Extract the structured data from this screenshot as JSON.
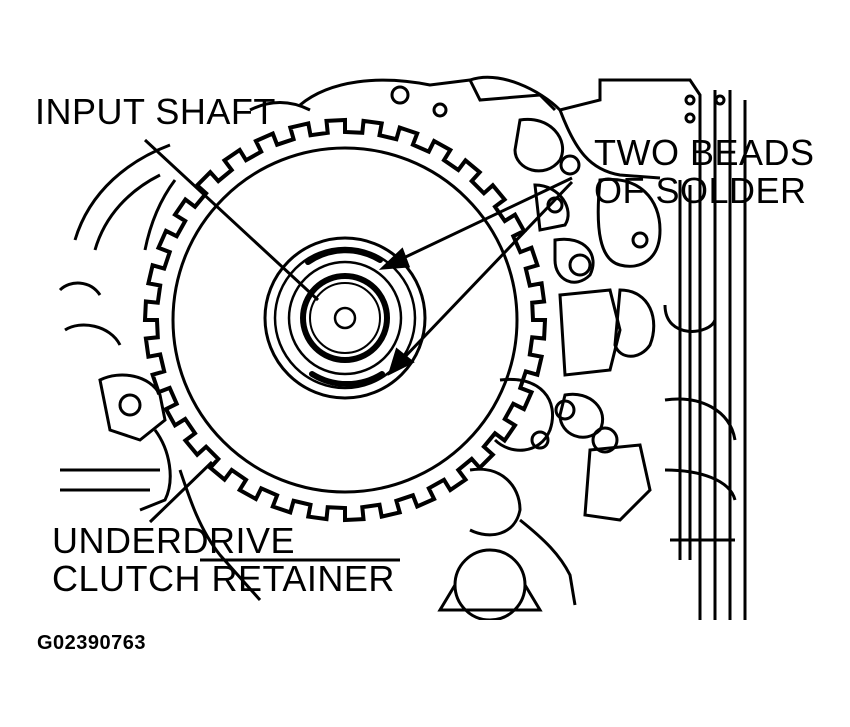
{
  "labels": {
    "input_shaft": "INPUT SHAFT",
    "solder_line1": "TWO BEADS",
    "solder_line2": "OF SOLDER",
    "retainer_line1": "UNDERDRIVE",
    "retainer_line2": "CLUTCH RETAINER",
    "figure_id": "G02390763"
  },
  "colors": {
    "ink": "#000000",
    "paper": "#ffffff"
  }
}
